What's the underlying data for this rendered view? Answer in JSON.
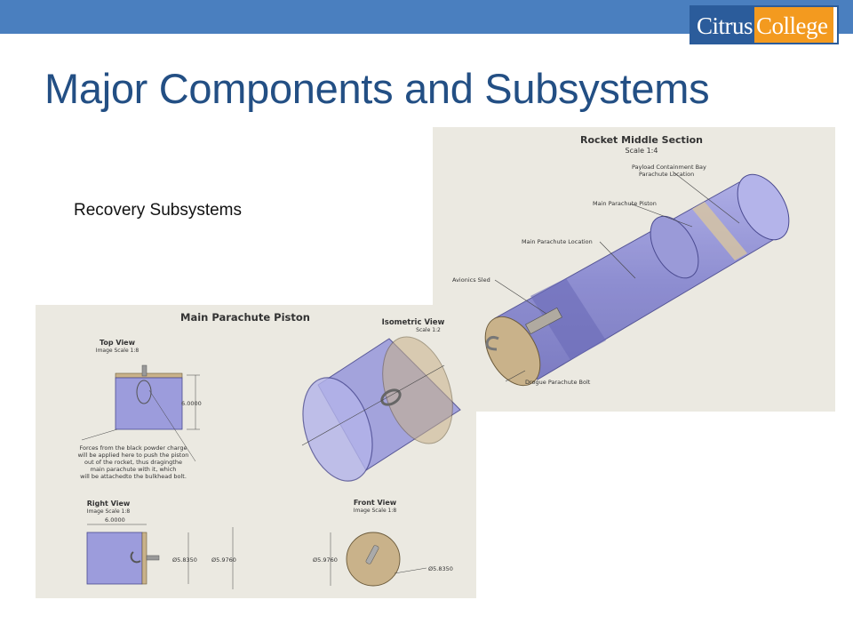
{
  "slide": {
    "title": "Major Components and Subsystems",
    "subtitle": "Recovery Subsystems"
  },
  "logo": {
    "part1": "Citrus",
    "part2": "College",
    "colors": {
      "blue": "#2b5c9b",
      "orange": "#f39a1f"
    }
  },
  "middle_section": {
    "title": "Rocket Middle Section",
    "scale": "Scale 1:4",
    "labels": {
      "payload_bay_line1": "Payload Containment Bay",
      "payload_bay_line2": "Parachute Location",
      "main_piston": "Main Parachute Piston",
      "main_location": "Main Parachute Location",
      "avionics": "Avionics Sled",
      "drogue_bolt": "Drogue Parachute Bolt"
    }
  },
  "piston_sheet": {
    "title": "Main Parachute Piston",
    "top_view": {
      "label": "Top View",
      "scale": "Image Scale 1:8",
      "dimension": "6.0000"
    },
    "iso_view": {
      "label": "Isometric View",
      "scale": "Scale 1:2"
    },
    "note": [
      "Forces from the black powder charge",
      "will be applied here to push the piston",
      "out of the rocket, thus dragingthe",
      "main parachute with it, which",
      "will be attachedto the bulkhead bolt."
    ],
    "right_view": {
      "label": "Right View",
      "scale": "Image Scale 1:8",
      "width": "6.0000",
      "dim_inner": "Ø5.8350",
      "dim_outer": "Ø5.9760"
    },
    "front_view": {
      "label": "Front View",
      "scale": "Image Scale 1:8",
      "dim_outer": "Ø5.9760",
      "dim_inner": "Ø5.8350"
    }
  },
  "colors": {
    "title": "#234f84",
    "topbar": "#4a7fbf",
    "tube": "#8f8fd6",
    "bulkhead": "#c9b28a"
  }
}
